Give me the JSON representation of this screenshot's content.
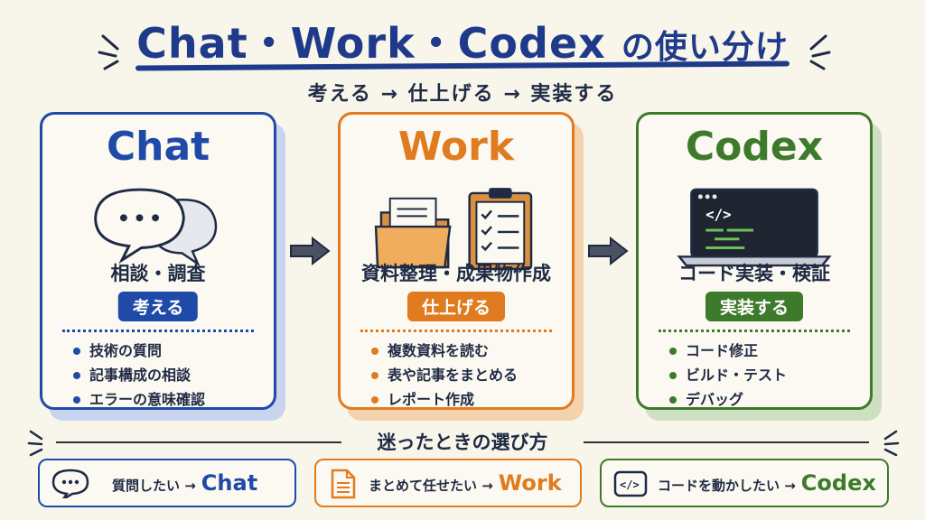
{
  "header": {
    "title_main": "Chat・Work・Codex",
    "title_suffix": "の使い分け",
    "subtitle": "考える → 仕上げる → 実装する"
  },
  "colors": {
    "chat": "#1f4aa8",
    "work": "#e07b1f",
    "codex": "#3e7a2c",
    "ink": "#1f2a44"
  },
  "cards": [
    {
      "title": "Chat",
      "icon": "speech-bubbles-icon",
      "role": "相談・調査",
      "badge": "考える",
      "items": [
        "技術の質問",
        "記事構成の相談",
        "エラーの意味確認"
      ]
    },
    {
      "title": "Work",
      "icon": "folder-and-clipboard-icon",
      "role": "資料整理・成果物作成",
      "badge": "仕上げる",
      "items": [
        "複数資料を読む",
        "表や記事をまとめる",
        "レポート作成"
      ]
    },
    {
      "title": "Codex",
      "icon": "laptop-code-icon",
      "role": "コード実装・検証",
      "badge": "実装する",
      "items": [
        "コード修正",
        "ビルド・テスト",
        "デバッグ"
      ]
    }
  ],
  "bottom": {
    "heading": "迷ったときの選び方",
    "tips": [
      {
        "icon": "chat-bubble-icon",
        "text": "質問したい →",
        "target": "Chat"
      },
      {
        "icon": "document-icon",
        "text": "まとめて任せたい →",
        "target": "Work"
      },
      {
        "icon": "code-tag-icon",
        "text": "コードを動かしたい →",
        "target": "Codex"
      }
    ]
  }
}
